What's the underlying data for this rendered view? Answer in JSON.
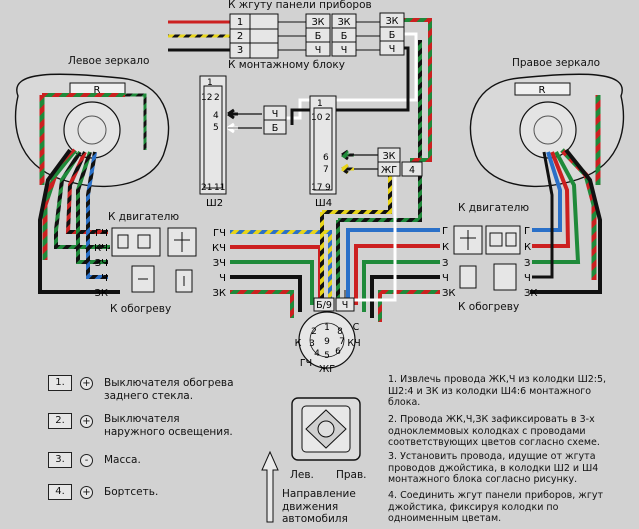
{
  "header": {
    "top_label": "К жгуту панели приборов",
    "mount_label": "К монтажному блоку"
  },
  "mirrors": {
    "left": "Левое зеркало",
    "right": "Правое зеркало",
    "r_letter": "R"
  },
  "sections": {
    "engine": "К двигателю",
    "heater": "К обогреву"
  },
  "top_connector_left": [
    "1",
    "2",
    "3"
  ],
  "top_connector_mid": [
    "ЗК",
    "Б",
    "Ч",
    "ЗК",
    "Б",
    "Ч"
  ],
  "top_connector_right": [
    "ЗК",
    "Б",
    "Ч"
  ],
  "sh2": {
    "name": "Ш2",
    "pins": [
      "1",
      "12",
      "2",
      "4",
      "5",
      "21",
      "11"
    ],
    "wires": [
      "Ч",
      "Б"
    ]
  },
  "sh4": {
    "name": "Ш4",
    "pins": [
      "1",
      "10",
      "2",
      "6",
      "7",
      "17",
      "9"
    ],
    "wires": [
      "ЗК",
      "ЖГ"
    ],
    "extra": "4"
  },
  "left_wires": [
    "ГЧ",
    "КЧ",
    "ЗЧ",
    "Ч",
    "ЗК"
  ],
  "right_wires": [
    "Г",
    "К",
    "З",
    "Ч",
    "ЗК"
  ],
  "joystick": {
    "top": "Б/9",
    "top2": "Ч",
    "pins": [
      "1",
      "2",
      "3",
      "4",
      "5",
      "6",
      "7",
      "8",
      "9"
    ],
    "sides": [
      "К",
      "С",
      "ГЧ",
      "ЖГ",
      "КЧ"
    ]
  },
  "legend": [
    {
      "num": "1.",
      "sym": "+",
      "text": "Выключателя обогрева заднего стекла."
    },
    {
      "num": "2.",
      "sym": "+",
      "text": "Выключателя наружного освещения."
    },
    {
      "num": "3.",
      "sym": "-",
      "text": "Масса."
    },
    {
      "num": "4.",
      "sym": "+",
      "text": "Бортсеть."
    }
  ],
  "joystick_labels": {
    "left": "Лев.",
    "right": "Прав."
  },
  "direction_label": "Направление движения автомобиля",
  "notes": [
    "1. Извлечь провода ЖК,Ч из колодки Ш2:5, Ш2:4 и ЗК из колодки Ш4:6 монтажного блока.",
    "2. Провода ЖК,Ч,ЗК зафиксировать в 3-х одноклеммовых колодках с проводами соответствующих цветов согласно схеме.",
    "3. Установить провода, идущие от жгута проводов джойстика, в колодки Ш2 и Ш4 монтажного блока согласно рисунку.",
    "4. Соединить жгут панели приборов, жгут джойстика, фиксируя колодки по одноименным цветам."
  ],
  "colors": {
    "background": "#d2d2d2",
    "green": "#1f8a3a",
    "red": "#cc2020",
    "blue": "#2a70c8",
    "yellow": "#e8d51a",
    "black": "#111111",
    "white": "#ffffff"
  }
}
